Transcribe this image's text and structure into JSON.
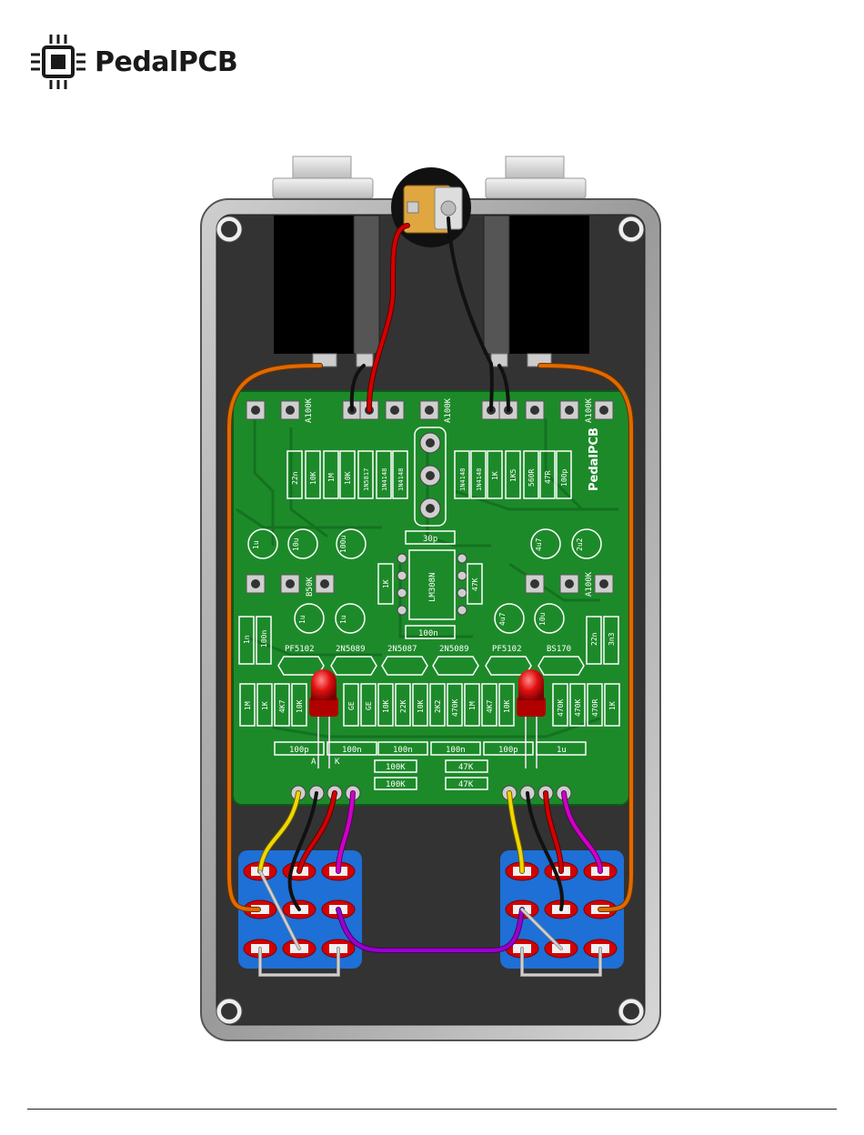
{
  "brand": {
    "name": "PedalPCB"
  },
  "pcb": {
    "brand_mark": "PedalPCB",
    "pot_labels": [
      "A100K",
      "A100K",
      "A100K",
      "B50K",
      "A100K"
    ],
    "ic": "LM308N",
    "ic_side_left": "1K",
    "ic_side_right": "47K",
    "cap_30p": "30p",
    "cap_100n_center": "100n",
    "top_components": [
      "22n",
      "10K",
      "1M",
      "10K",
      "1N5817",
      "1N4148",
      "1N4148",
      "1N4148",
      "1N4148",
      "1K",
      "1K5",
      "560R",
      "47R",
      "100p"
    ],
    "electrolytics_row1": [
      "1u",
      "10u",
      "100u",
      "4u7",
      "2u2"
    ],
    "electrolytics_row2": [
      "1u",
      "1u",
      "4u7",
      "10u"
    ],
    "left_caps": [
      "1n",
      "100n"
    ],
    "right_caps": [
      "22n",
      "3n3"
    ],
    "transistors": [
      "PF5102",
      "2N5089",
      "2N5087",
      "2N5089",
      "PF5102",
      "BS170"
    ],
    "resistor_row": [
      "1M",
      "1K",
      "4K7",
      "10K",
      "GE",
      "GE",
      "10K",
      "22K",
      "10K",
      "2K2",
      "470K",
      "1M",
      "4K7",
      "10K",
      "470K",
      "470K",
      "470R",
      "1K"
    ],
    "bottom_row": [
      "100p",
      "100n",
      "100n",
      "100n",
      "100p",
      "1u"
    ],
    "bottom_row2": [
      "100K",
      "47K"
    ],
    "bottom_row3": [
      "100K",
      "47K"
    ],
    "led_labels": [
      "A",
      "K"
    ]
  },
  "colors": {
    "enclosure": "#3a3a3a",
    "pcb": "#1d8a2a",
    "switch": "#1e6fd6",
    "wire_orange": "#e06a00",
    "wire_red": "#d40000",
    "wire_yellow": "#f2d600",
    "wire_magenta": "#d000c8",
    "wire_purple": "#9b00d0",
    "wire_grey": "#bbbbbb"
  }
}
